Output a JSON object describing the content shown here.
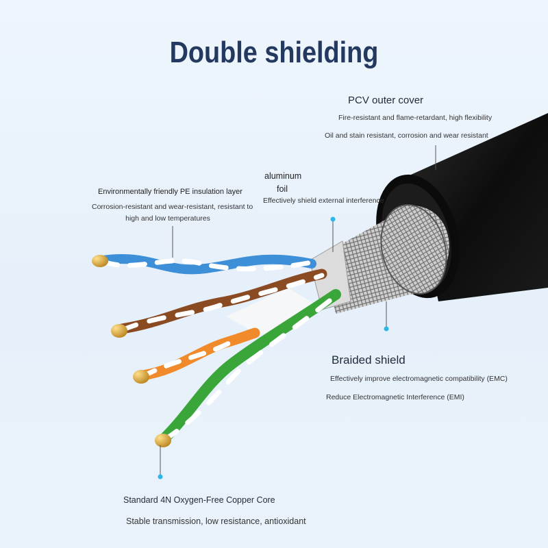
{
  "title": "Double shielding",
  "callouts": {
    "pvc": {
      "heading": "PCV outer cover",
      "lines": [
        "Fire-resistant and flame-retardant, high flexibility",
        "Oil and stain resistant, corrosion and wear resistant"
      ]
    },
    "foil": {
      "heading_line1": "aluminum",
      "heading_line2": "foil",
      "line": "Effectively shield external interference"
    },
    "insulation": {
      "heading": "Environmentally friendly PE insulation layer",
      "line1": "Corrosion-resistant and wear-resistant, resistant to",
      "line2": "high and low temperatures"
    },
    "braid": {
      "heading": "Braided shield",
      "lines": [
        "Effectively improve electromagnetic compatibility (EMC)",
        "Reduce Electromagnetic Interference (EMI)"
      ]
    },
    "core": {
      "heading": "Standard 4N Oxygen-Free Copper Core",
      "line": "Stable transmission, low resistance, antioxidant"
    }
  },
  "colors": {
    "title": "#23395f",
    "cable_jacket": "#111111",
    "pair_blue": "#3d8fd8",
    "pair_brown": "#8a4a22",
    "pair_orange": "#f08a2a",
    "pair_green": "#3aa63a",
    "copper": "#d9a83a",
    "marker_dot": "#2bb6e6"
  }
}
